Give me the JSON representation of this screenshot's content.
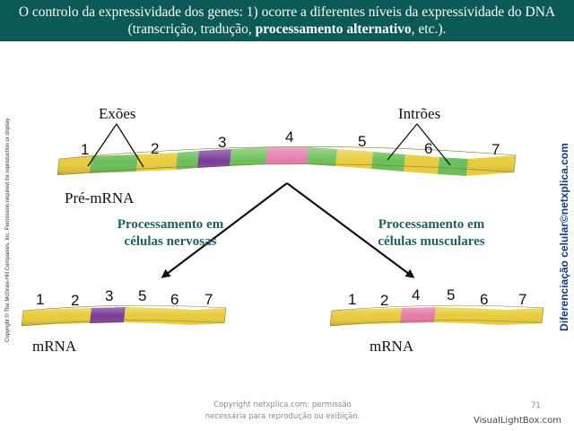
{
  "header": {
    "line1": "O controlo da expressividade dos genes: 1) ocorre a diferentes níveis da expressividade do DNA",
    "line2_pre": "(transcrição, tradução, ",
    "line2_bold": "processamento alternativo",
    "line2_post": ", etc.)."
  },
  "diagram": {
    "exons_label": "Exões",
    "introns_label": "Intrões",
    "pre_mrna_label": "Pré-mRNA",
    "pre_mrna_numbers": [
      "1",
      "2",
      "3",
      "4",
      "5",
      "6",
      "7"
    ],
    "left_process": [
      "Processamento em",
      "células nervosas"
    ],
    "right_process": [
      "Processamento em",
      "células musculares"
    ],
    "left_mrna_numbers": [
      "1",
      "2",
      "3",
      "5",
      "6",
      "7"
    ],
    "right_mrna_numbers": [
      "1",
      "2",
      "4",
      "5",
      "6",
      "7"
    ],
    "mrna_label": "mRNA",
    "colors": {
      "exon_yellow": "#e8cc3c",
      "intron_green": "#6bbf5a",
      "exon3_purple": "#7b3c98",
      "exon4_pink": "#e47aa8",
      "process_text": "#1e5e64"
    }
  },
  "copyright_vertical": "Copyright © The McGraw-Hill Companies, Inc. Permission required for reproduction or display.",
  "side_caption": "Diferenciação celular©netxplica.com",
  "footer": {
    "line1": "Copyright netxplica.com: permissão",
    "line2": "necessária para reprodução ou exibição.",
    "slide_number": "71"
  },
  "watermark": "VisualLightBox.com"
}
